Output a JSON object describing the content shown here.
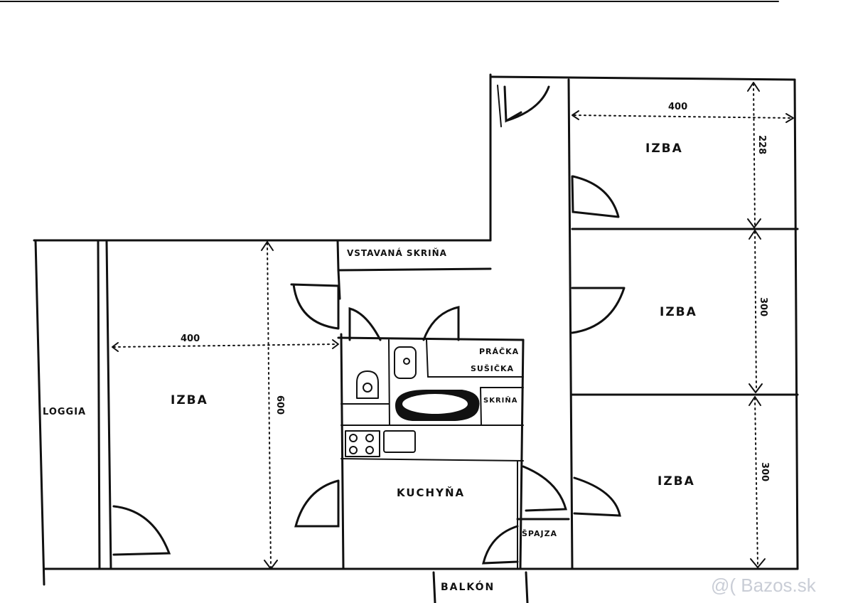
{
  "rooms": {
    "loggia": "LOGGIA",
    "izba_main": "IZBA",
    "izba_top_right": "IZBA",
    "izba_mid_right": "IZBA",
    "izba_bottom_right": "IZBA",
    "kitchen": "KUCHYŇA",
    "pantry": "ŠPAJZA",
    "balcony": "BALKÓN",
    "built_in_wardrobe": "VSTAVANÁ SKRIŇA",
    "washer": "PRÁČKA",
    "dryer": "SUŠIČKA",
    "wardrobe_small": "SKRIŇA"
  },
  "dimensions": {
    "main_width": "400",
    "main_length": "600",
    "top_right_width": "400",
    "top_right_length": "228",
    "mid_right_length": "300",
    "bottom_right_length": "300"
  },
  "watermark": "@( Bazos.sk"
}
